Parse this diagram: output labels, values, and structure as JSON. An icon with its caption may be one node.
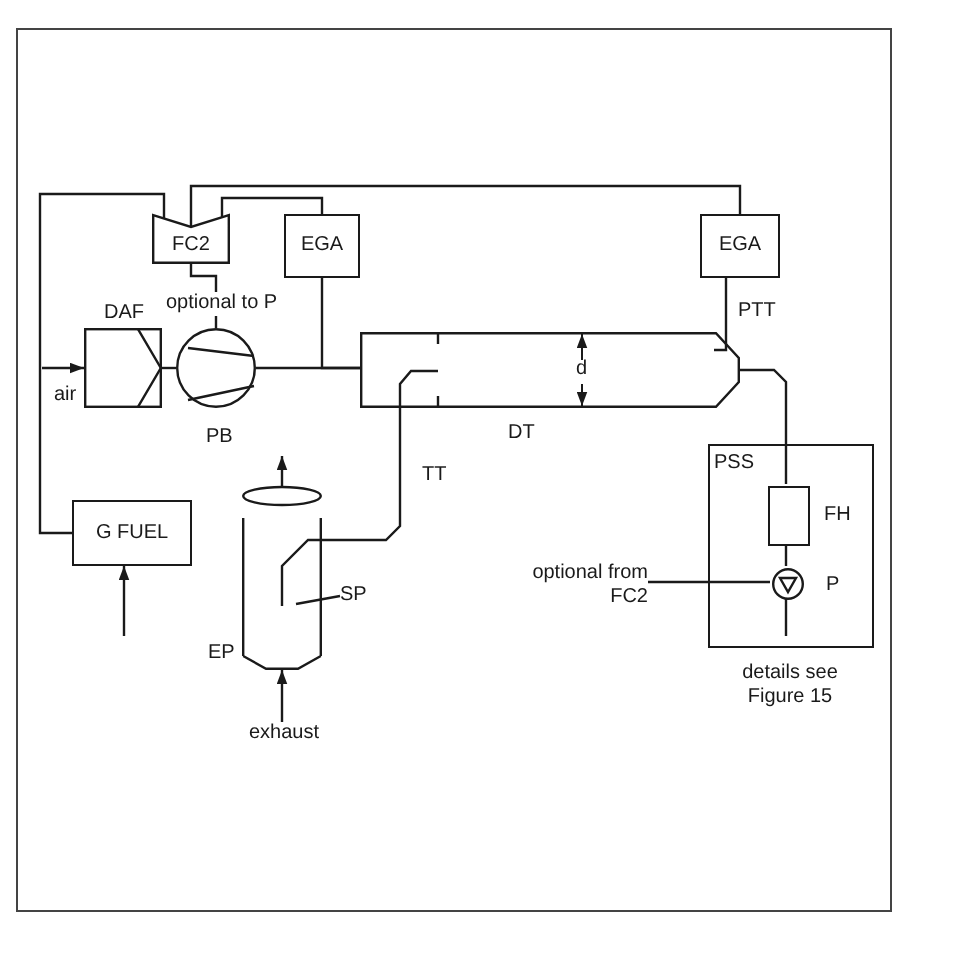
{
  "diagram": {
    "nodes": [
      {
        "text": [
          "FC2"
        ]
      },
      {
        "text": [
          "EGA"
        ]
      },
      {
        "text": [
          "EGA"
        ]
      },
      {
        "text": [
          "DAF"
        ]
      },
      {
        "text": [
          "PB"
        ]
      },
      {
        "text": [
          "DT"
        ]
      },
      {
        "text": [
          "G FUEL"
        ]
      },
      {
        "text": [
          "EP"
        ]
      },
      {
        "text": [
          "SP"
        ]
      },
      {
        "text": [
          "exhaust"
        ]
      },
      {
        "text": [
          "PSS"
        ],
        "beside": [
          "details see Figure 15"
        ]
      },
      {
        "text": [
          "FH"
        ],
        "in": 10
      },
      {
        "text": [
          "P"
        ],
        "in": 10
      },
      {
        "text": [
          "optional from FC2"
        ]
      }
    ],
    "edges": [
      {
        "from": 6,
        "to": 0,
        "arrow": "none"
      },
      {
        "from": 0,
        "to": 2,
        "arrow": "none"
      },
      {
        "from": 0,
        "to": 1,
        "arrow": "none"
      },
      {
        "from": 0,
        "to": 4,
        "arrow": "none",
        "label": "optional to P"
      },
      {
        "from": null,
        "to": 3,
        "arrow": "to",
        "label": "air"
      },
      {
        "from": 3,
        "to": 4,
        "arrow": "none"
      },
      {
        "from": 4,
        "to": 5,
        "arrow": "none"
      },
      {
        "from": 1,
        "to": 5,
        "arrow": "none"
      },
      {
        "from": 2,
        "to": 5,
        "arrow": "none"
      },
      {
        "from": null,
        "to": 6,
        "arrow": "to"
      },
      {
        "from": 9,
        "to": 7,
        "arrow": "to"
      },
      {
        "from": 7,
        "to": null,
        "arrow": "to"
      },
      {
        "from": 7,
        "to": 5,
        "arrow": "none"
      },
      {
        "from": 8,
        "to": 7,
        "arrow": "none"
      },
      {
        "from": 5,
        "to": 11,
        "arrow": "none"
      },
      {
        "from": 11,
        "to": 12,
        "arrow": "none"
      },
      {
        "from": 12,
        "to": null,
        "arrow": "none"
      },
      {
        "from": 13,
        "to": 12,
        "arrow": "none"
      }
    ],
    "labels": [
      "PTT",
      "d",
      "TT"
    ]
  }
}
